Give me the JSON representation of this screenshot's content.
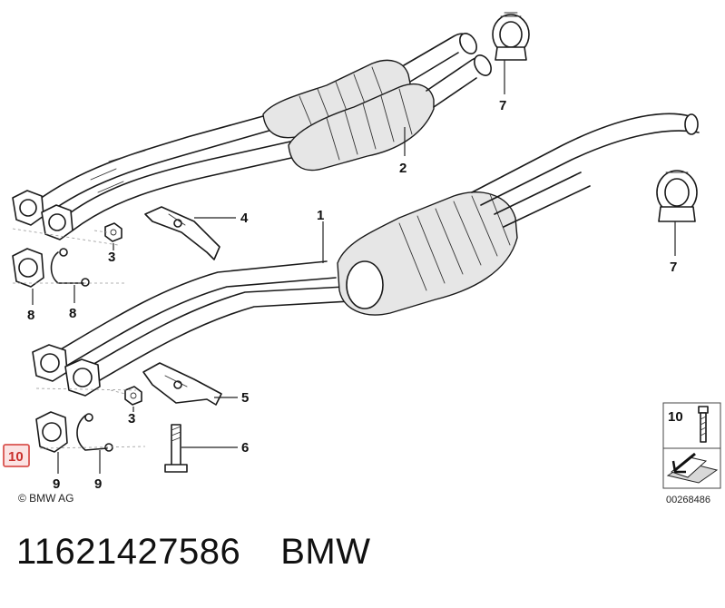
{
  "diagram": {
    "callouts": [
      {
        "id": "c1",
        "label": "1"
      },
      {
        "id": "c2",
        "label": "2"
      },
      {
        "id": "c3a",
        "label": "3"
      },
      {
        "id": "c3b",
        "label": "3"
      },
      {
        "id": "c4",
        "label": "4"
      },
      {
        "id": "c5",
        "label": "5"
      },
      {
        "id": "c6",
        "label": "6"
      },
      {
        "id": "c7a",
        "label": "7"
      },
      {
        "id": "c7b",
        "label": "7"
      },
      {
        "id": "c8a",
        "label": "8"
      },
      {
        "id": "c8b",
        "label": "8"
      },
      {
        "id": "c9a",
        "label": "9"
      },
      {
        "id": "c9b",
        "label": "9"
      },
      {
        "id": "c10",
        "label": "10"
      }
    ],
    "highlight": {
      "label": "10",
      "color": "#d9534f"
    },
    "copyright": "© BMW AG",
    "inset": {
      "label": "10",
      "reference_number": "00268486"
    }
  },
  "caption": {
    "part_number": "11621427586",
    "brand": "BMW"
  }
}
